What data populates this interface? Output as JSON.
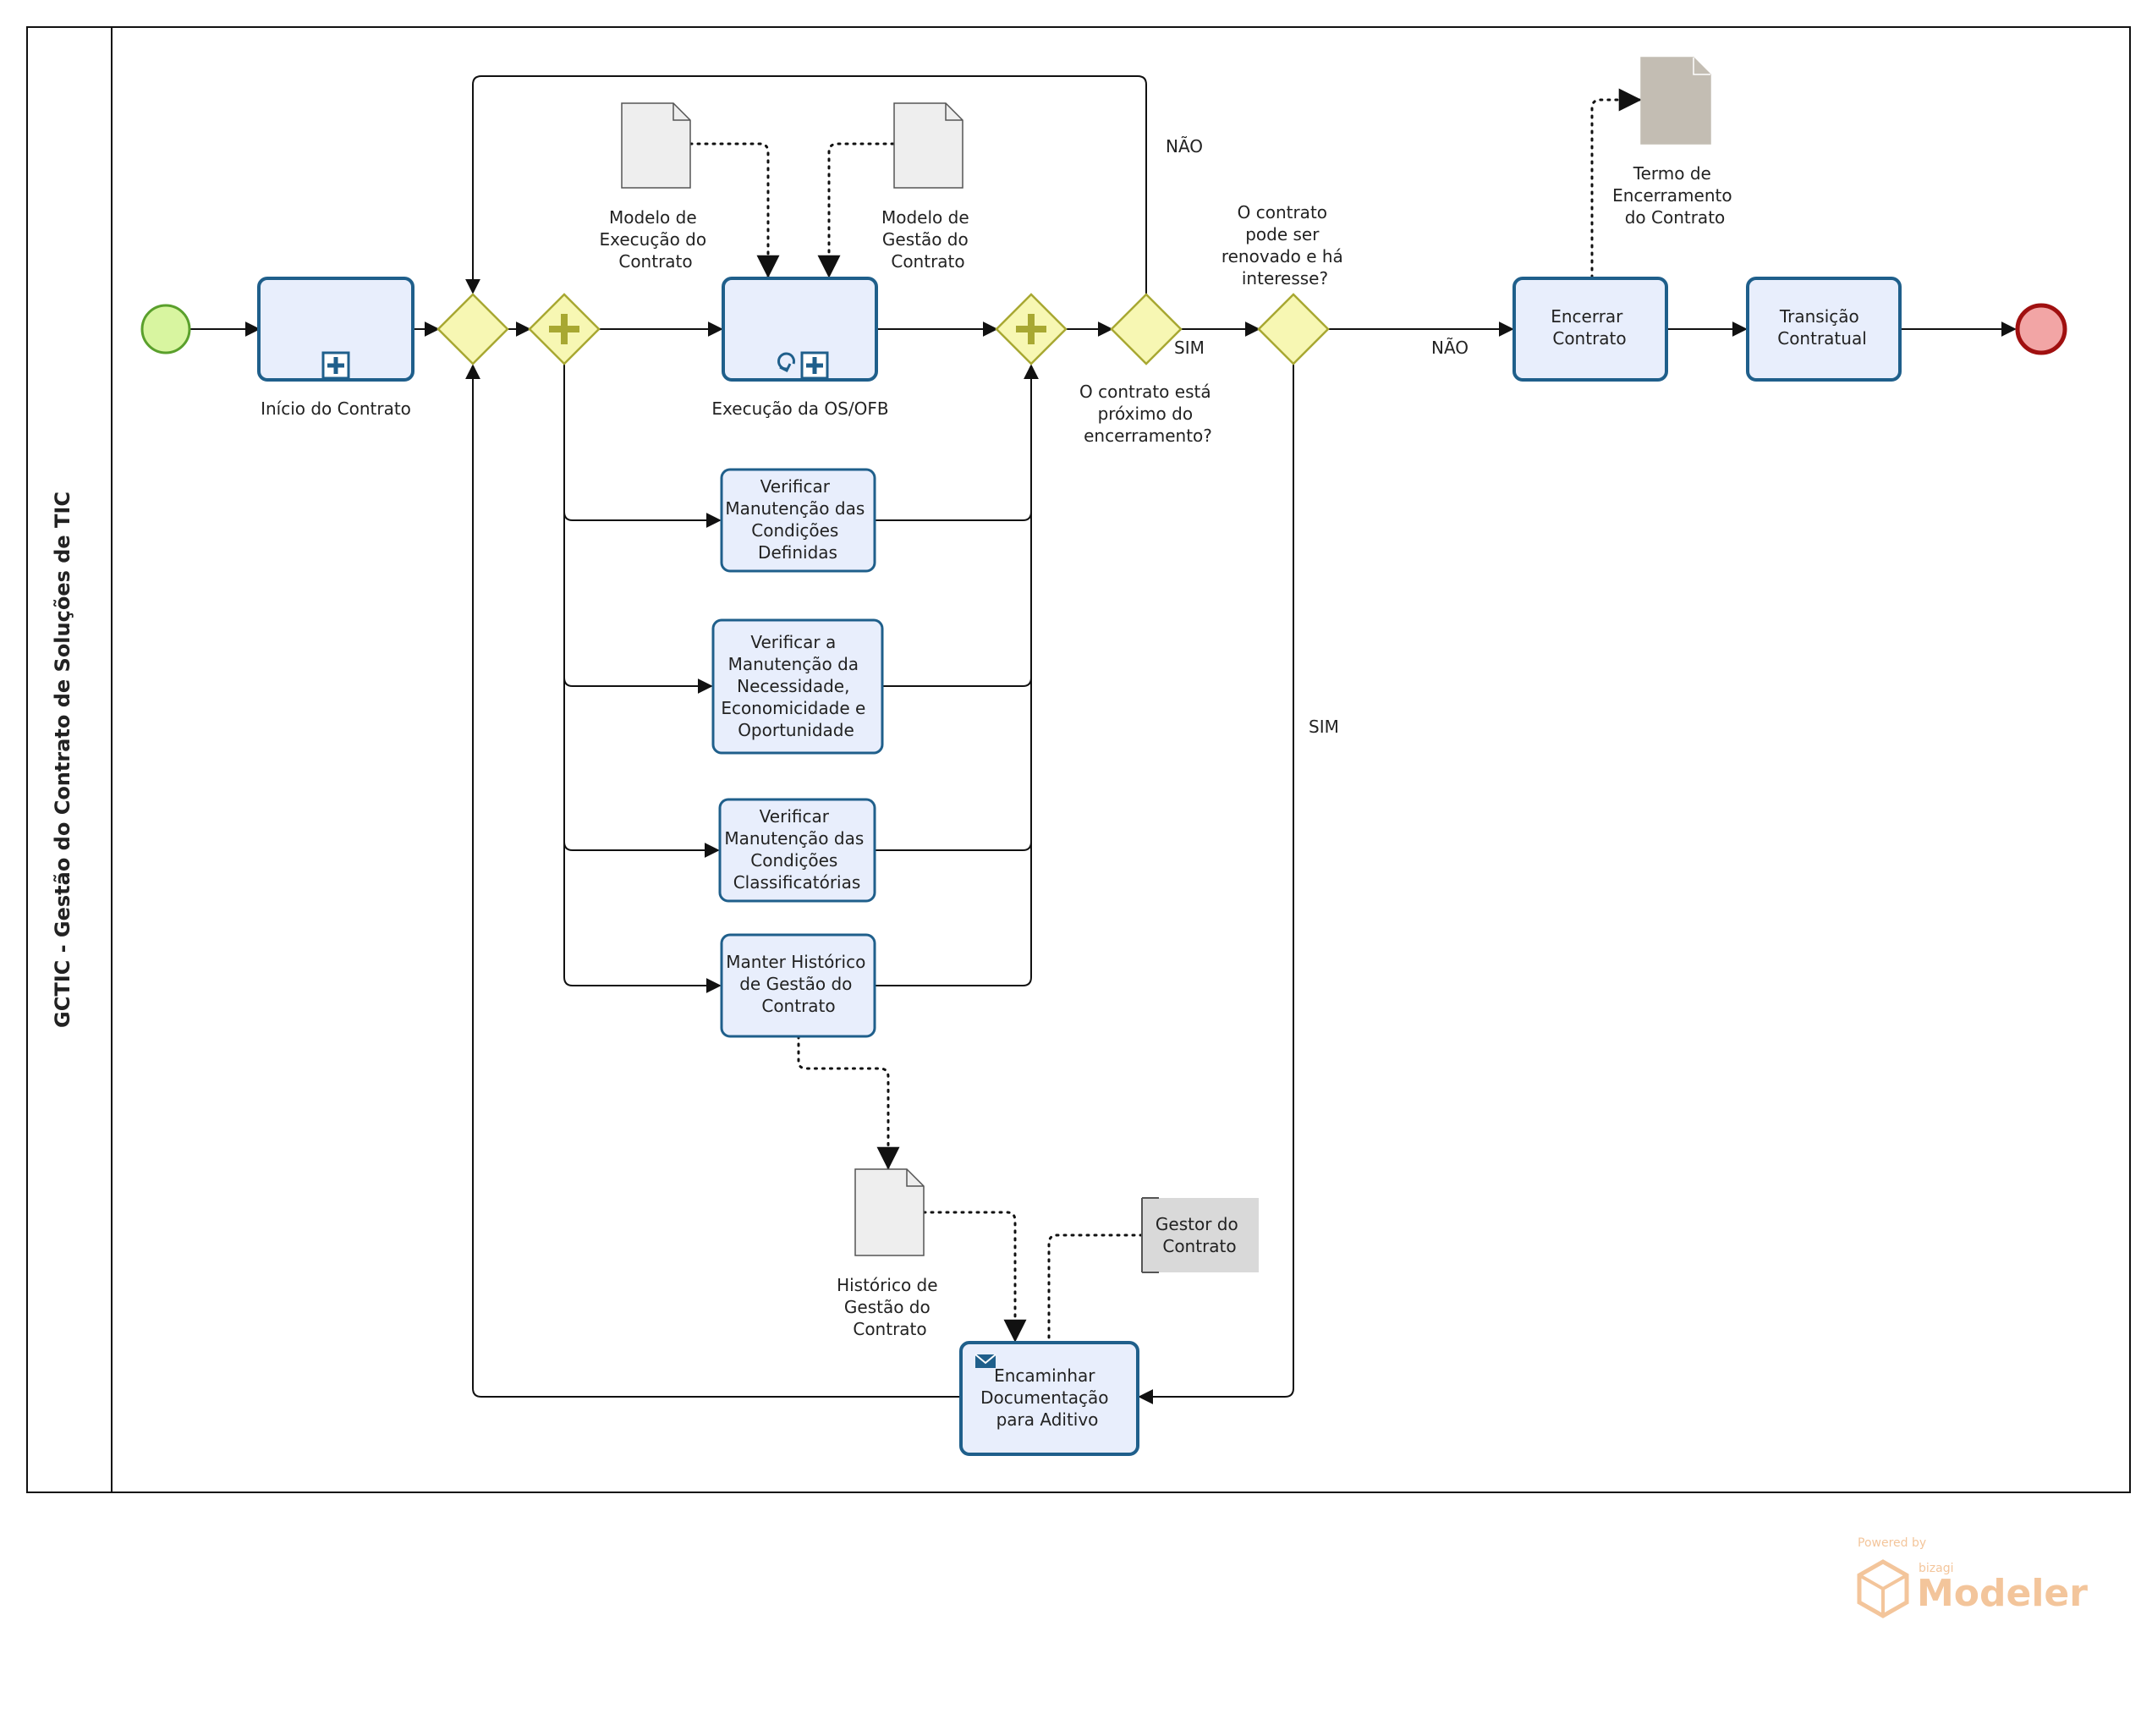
{
  "pool": {
    "title": "GCTIC - Gestão do Contrato de Soluções de TIC"
  },
  "tasks": {
    "inicio": {
      "label": "Início do Contrato"
    },
    "execucao": {
      "label": "Execução da OS/OFB"
    },
    "verif_cond_def": {
      "lines": [
        "Verificar",
        "Manutenção das",
        "Condições",
        "Definidas"
      ]
    },
    "verif_necessidade": {
      "lines": [
        "Verificar a",
        "Manutenção da",
        "Necessidade,",
        "Economicidade e",
        "Oportunidade"
      ]
    },
    "verif_cond_class": {
      "lines": [
        "Verificar",
        "Manutenção das",
        "Condições",
        "Classificatórias"
      ]
    },
    "manter_historico": {
      "lines": [
        "Manter Histórico",
        "de Gestão do",
        "Contrato"
      ]
    },
    "encaminhar": {
      "lines": [
        "Encaminhar",
        "Documentação",
        "para Aditivo"
      ]
    },
    "encerrar": {
      "lines": [
        "Encerrar",
        "Contrato"
      ]
    },
    "transicao": {
      "lines": [
        "Transição",
        "Contratual"
      ]
    }
  },
  "documents": {
    "modelo_execucao": {
      "lines": [
        "Modelo de",
        "Execução do",
        "Contrato"
      ]
    },
    "modelo_gestao": {
      "lines": [
        "Modelo de",
        "Gestão do",
        "Contrato"
      ]
    },
    "historico": {
      "lines": [
        "Histórico de",
        "Gestão do",
        "Contrato"
      ]
    },
    "termo": {
      "lines": [
        "Termo de",
        "Encerramento",
        "do Contrato"
      ]
    }
  },
  "artifact": {
    "lines": [
      "Gestor do",
      "Contrato"
    ]
  },
  "gateways": {
    "proximo_encerramento": {
      "lines": [
        "O contrato está",
        "próximo do",
        "encerramento?"
      ]
    },
    "renovado": {
      "lines": [
        "O contrato",
        "pode ser",
        "renovado e há",
        "interesse?"
      ]
    }
  },
  "flow_labels": {
    "nao_top": "NÃO",
    "sim_right": "SIM",
    "nao_right": "NÃO",
    "sim_down": "SIM"
  },
  "watermark": {
    "powered": "Powered by",
    "brand": "bizagi",
    "product": "Modeler"
  },
  "colors": {
    "task_fill": "#e8eefc",
    "task_stroke": "#1f5f8b",
    "gateway_fill": "#f7f7b3",
    "gateway_stroke": "#a8a832",
    "start_fill": "#d8f5a0",
    "start_stroke": "#5aa02c",
    "end_fill": "#f2a5a5",
    "end_stroke": "#a01010",
    "doc_fill": "#eeeeee",
    "termo_fill": "#c3bdb3"
  }
}
